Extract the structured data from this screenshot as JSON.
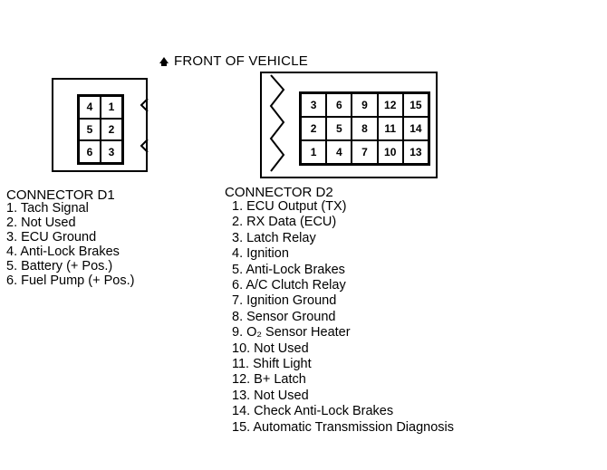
{
  "header": {
    "front_label": "FRONT OF VEHICLE"
  },
  "d1": {
    "title": "CONNECTOR D1",
    "grid": [
      [
        "4",
        "1"
      ],
      [
        "5",
        "2"
      ],
      [
        "6",
        "3"
      ]
    ],
    "pins": [
      "1. Tach Signal",
      "2. Not Used",
      "3. ECU Ground",
      "4. Anti-Lock Brakes",
      "5. Battery (+ Pos.)",
      "6. Fuel Pump (+ Pos.)"
    ]
  },
  "d2": {
    "title": "CONNECTOR D2",
    "grid": [
      [
        "3",
        "6",
        "9",
        "12",
        "15"
      ],
      [
        "2",
        "5",
        "8",
        "11",
        "14"
      ],
      [
        "1",
        "4",
        "7",
        "10",
        "13"
      ]
    ],
    "pins": [
      "1. ECU Output (TX)",
      "2. RX Data (ECU)",
      "3. Latch Relay",
      "4. Ignition",
      "5. Anti-Lock Brakes",
      "6. A/C Clutch Relay",
      "7. Ignition Ground",
      "8. Sensor Ground",
      "9. O₂ Sensor Heater",
      "10. Not Used",
      "11. Shift Light",
      "12. B+ Latch",
      "13. Not Used",
      "14. Check Anti-Lock Brakes",
      "15. Automatic Transmission Diagnosis"
    ]
  }
}
